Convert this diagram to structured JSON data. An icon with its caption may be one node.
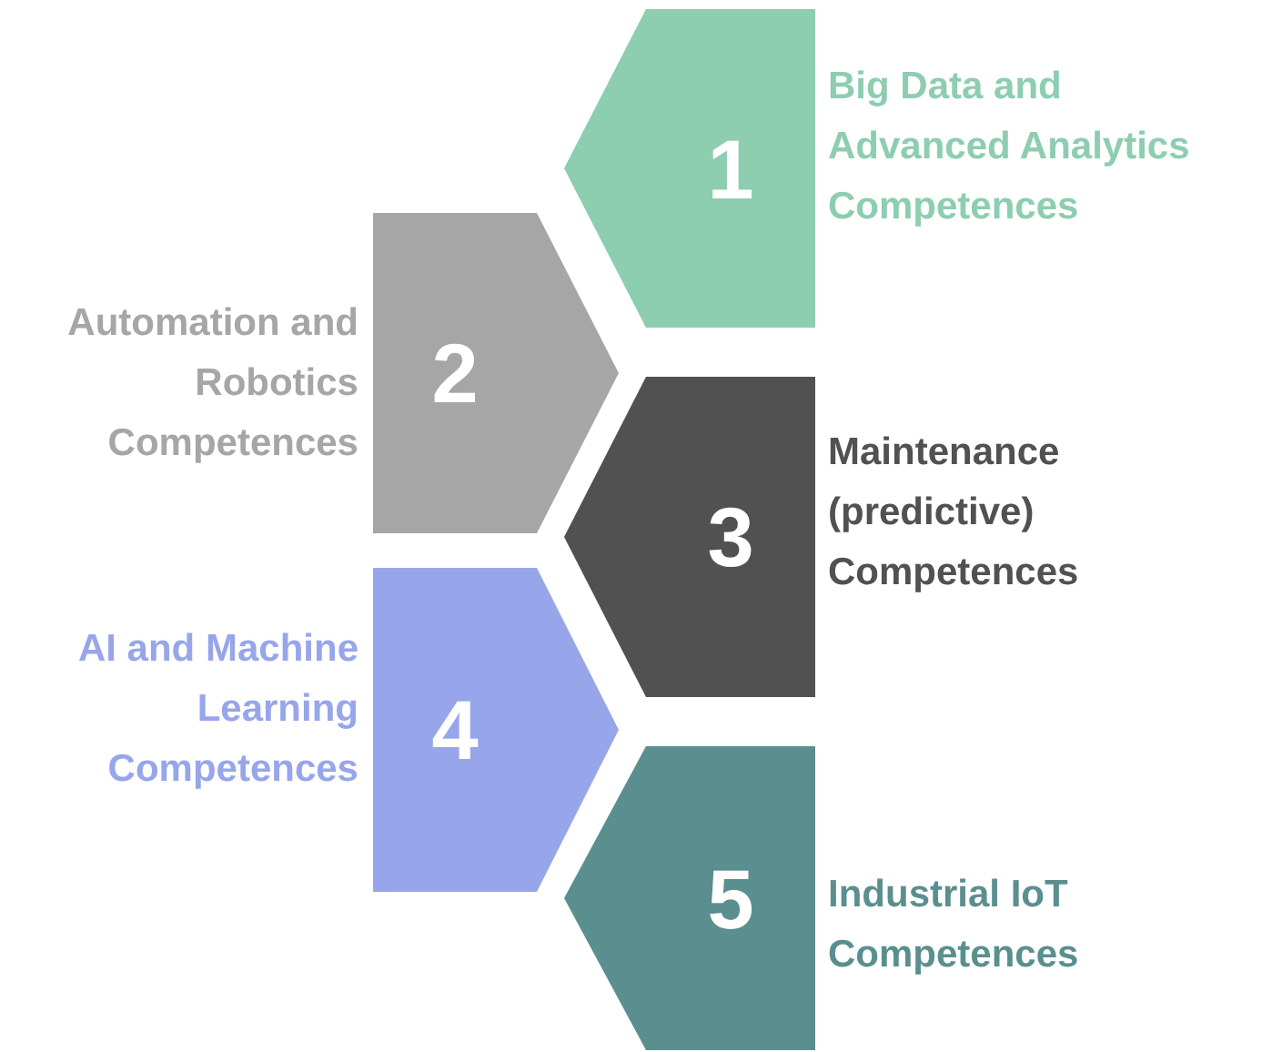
{
  "diagram": {
    "nodes": [
      {
        "text": [
          "1"
        ],
        "beside": [
          "Big Data and Advanced Analytics Competences"
        ]
      },
      {
        "text": [
          "2"
        ],
        "beside": [
          "Automation and Robotics Competences"
        ]
      },
      {
        "text": [
          "3"
        ],
        "beside": [
          "Maintenance (predictive) Competences"
        ]
      },
      {
        "text": [
          "4"
        ],
        "beside": [
          "AI and Machine Learning Competences"
        ]
      },
      {
        "text": [
          "5"
        ],
        "beside": [
          "Industrial IoT Competences"
        ]
      }
    ]
  }
}
